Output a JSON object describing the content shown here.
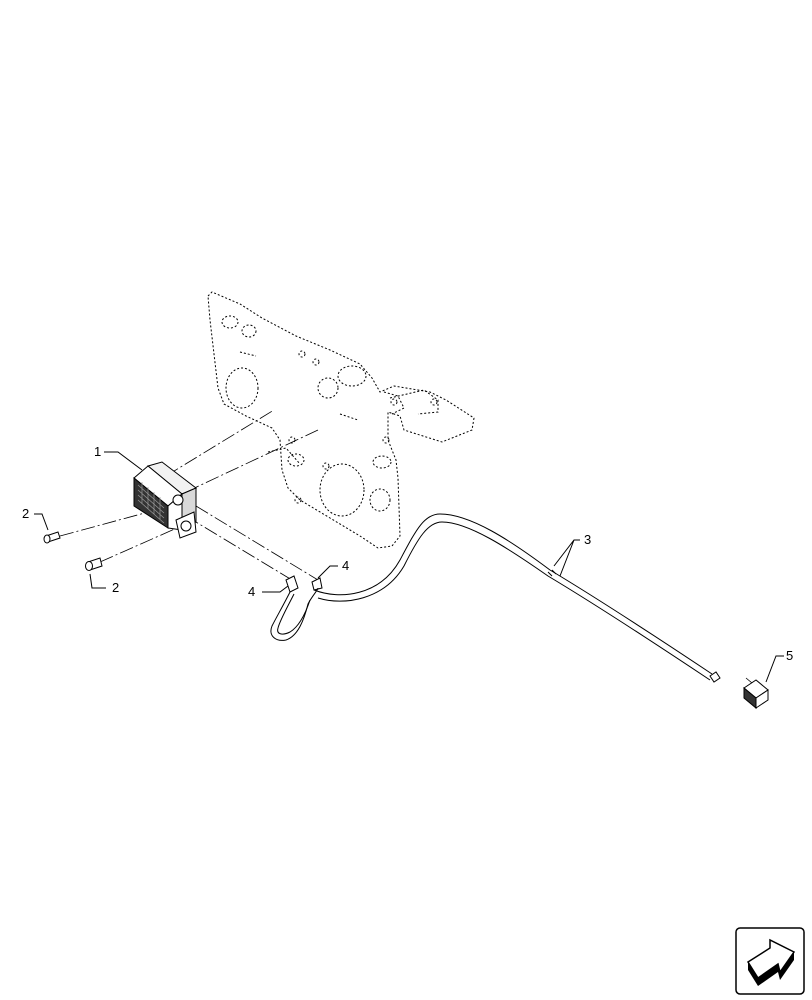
{
  "callouts": {
    "c1": "1",
    "c2a": "2",
    "c2b": "2",
    "c3": "3",
    "c4a": "4",
    "c4b": "4",
    "c5": "5"
  },
  "nav": {
    "icon": "arrow-navigation-icon"
  }
}
